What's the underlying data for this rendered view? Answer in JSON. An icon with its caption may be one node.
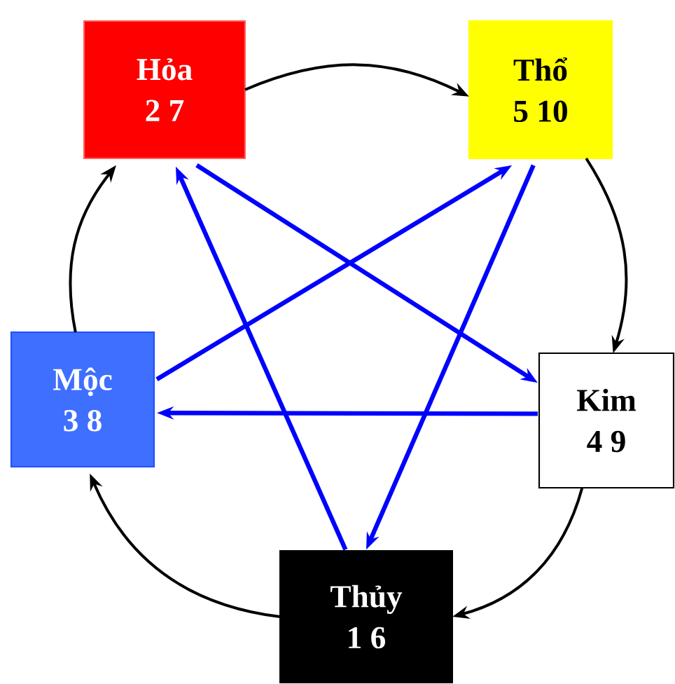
{
  "diagram": {
    "nodes": [
      {
        "text": [
          "Hỏa",
          "2 7"
        ]
      },
      {
        "text": [
          "Thổ",
          "5 10"
        ]
      },
      {
        "text": [
          "Kim",
          "4 9"
        ]
      },
      {
        "text": [
          "Thủy",
          "1 6"
        ]
      },
      {
        "text": [
          "Mộc",
          "3 8"
        ]
      }
    ],
    "edges": [
      {
        "from": 0,
        "to": 1,
        "arrow": "to"
      },
      {
        "from": 1,
        "to": 2,
        "arrow": "to"
      },
      {
        "from": 2,
        "to": 3,
        "arrow": "to"
      },
      {
        "from": 3,
        "to": 4,
        "arrow": "to"
      },
      {
        "from": 4,
        "to": 0,
        "arrow": "to"
      },
      {
        "from": 0,
        "to": 2,
        "arrow": "to",
        "color": "#0000ff"
      },
      {
        "from": 2,
        "to": 4,
        "arrow": "to",
        "color": "#0000ff"
      },
      {
        "from": 4,
        "to": 1,
        "arrow": "to",
        "color": "#0000ff"
      },
      {
        "from": 1,
        "to": 3,
        "arrow": "to",
        "color": "#0000ff"
      },
      {
        "from": 3,
        "to": 0,
        "arrow": "to",
        "color": "#0000ff"
      }
    ]
  }
}
